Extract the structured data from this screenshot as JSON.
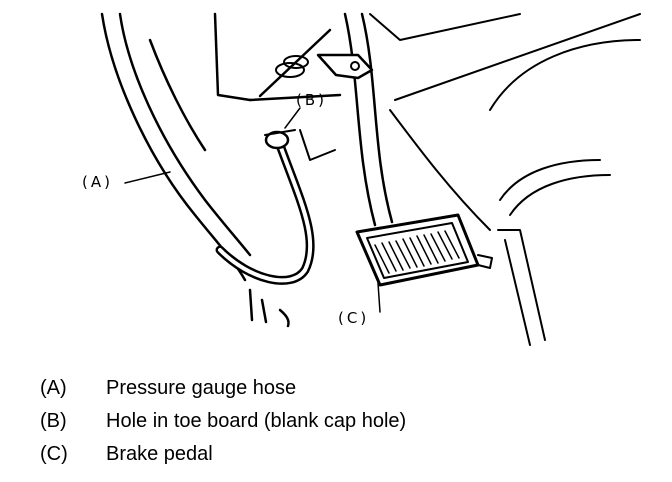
{
  "callouts": {
    "a": "(A)",
    "b": "(B)",
    "c": "(C)"
  },
  "legend": [
    {
      "key": "(A)",
      "text": "Pressure gauge hose"
    },
    {
      "key": "(B)",
      "text": "Hole in toe board (blank cap hole)"
    },
    {
      "key": "(C)",
      "text": "Brake pedal"
    }
  ]
}
